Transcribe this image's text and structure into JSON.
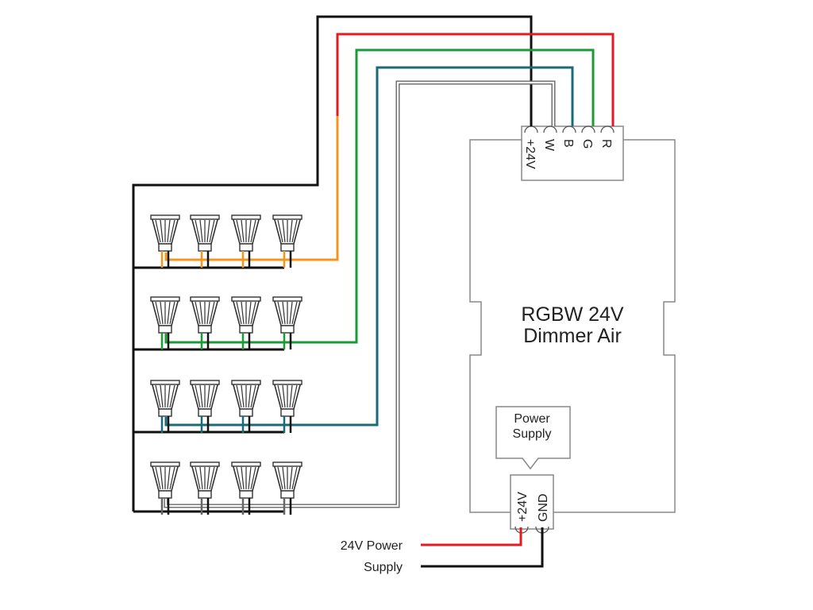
{
  "controller": {
    "title_line1": "RGBW 24V",
    "title_line2": "Dimmer Air"
  },
  "output_terminal": {
    "labels": [
      "+24V",
      "W",
      "B",
      "G",
      "R"
    ]
  },
  "input_terminal": {
    "labels": [
      "+24V",
      "GND"
    ]
  },
  "power_supply_callout": {
    "line1": "Power",
    "line2": "Supply"
  },
  "power_input_label": {
    "line1": "24V Power",
    "line2": "Supply"
  },
  "lamps": {
    "rows": 4,
    "per_row": 4
  },
  "colors": {
    "black": "#111111",
    "red": "#e21b23",
    "orange": "#f7941d",
    "green": "#1a9b34",
    "blue": "#1a6a78",
    "white_wire_outline": "#666666",
    "outline": "#888888"
  }
}
